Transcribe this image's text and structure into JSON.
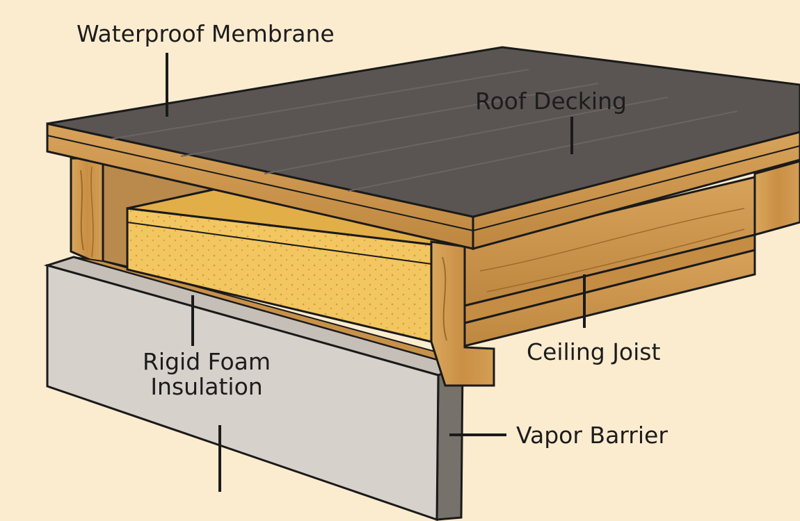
{
  "labels": {
    "waterproof_membrane": "Waterproof Membrane",
    "roof_decking": "Roof Decking",
    "rigid_foam_line1": "Rigid Foam",
    "rigid_foam_line2": "Insulation",
    "ceiling_joist": "Ceiling Joist",
    "vapor_barrier": "Vapor Barrier"
  },
  "colors": {
    "background": "#fbecd0",
    "membrane": "#5a5552",
    "wood": "#cf9a4e",
    "wood_dark": "#b07a34",
    "foam": "#f0c25a",
    "vapor_barrier": "#d6d1cb",
    "outline": "#1a1a1a"
  }
}
